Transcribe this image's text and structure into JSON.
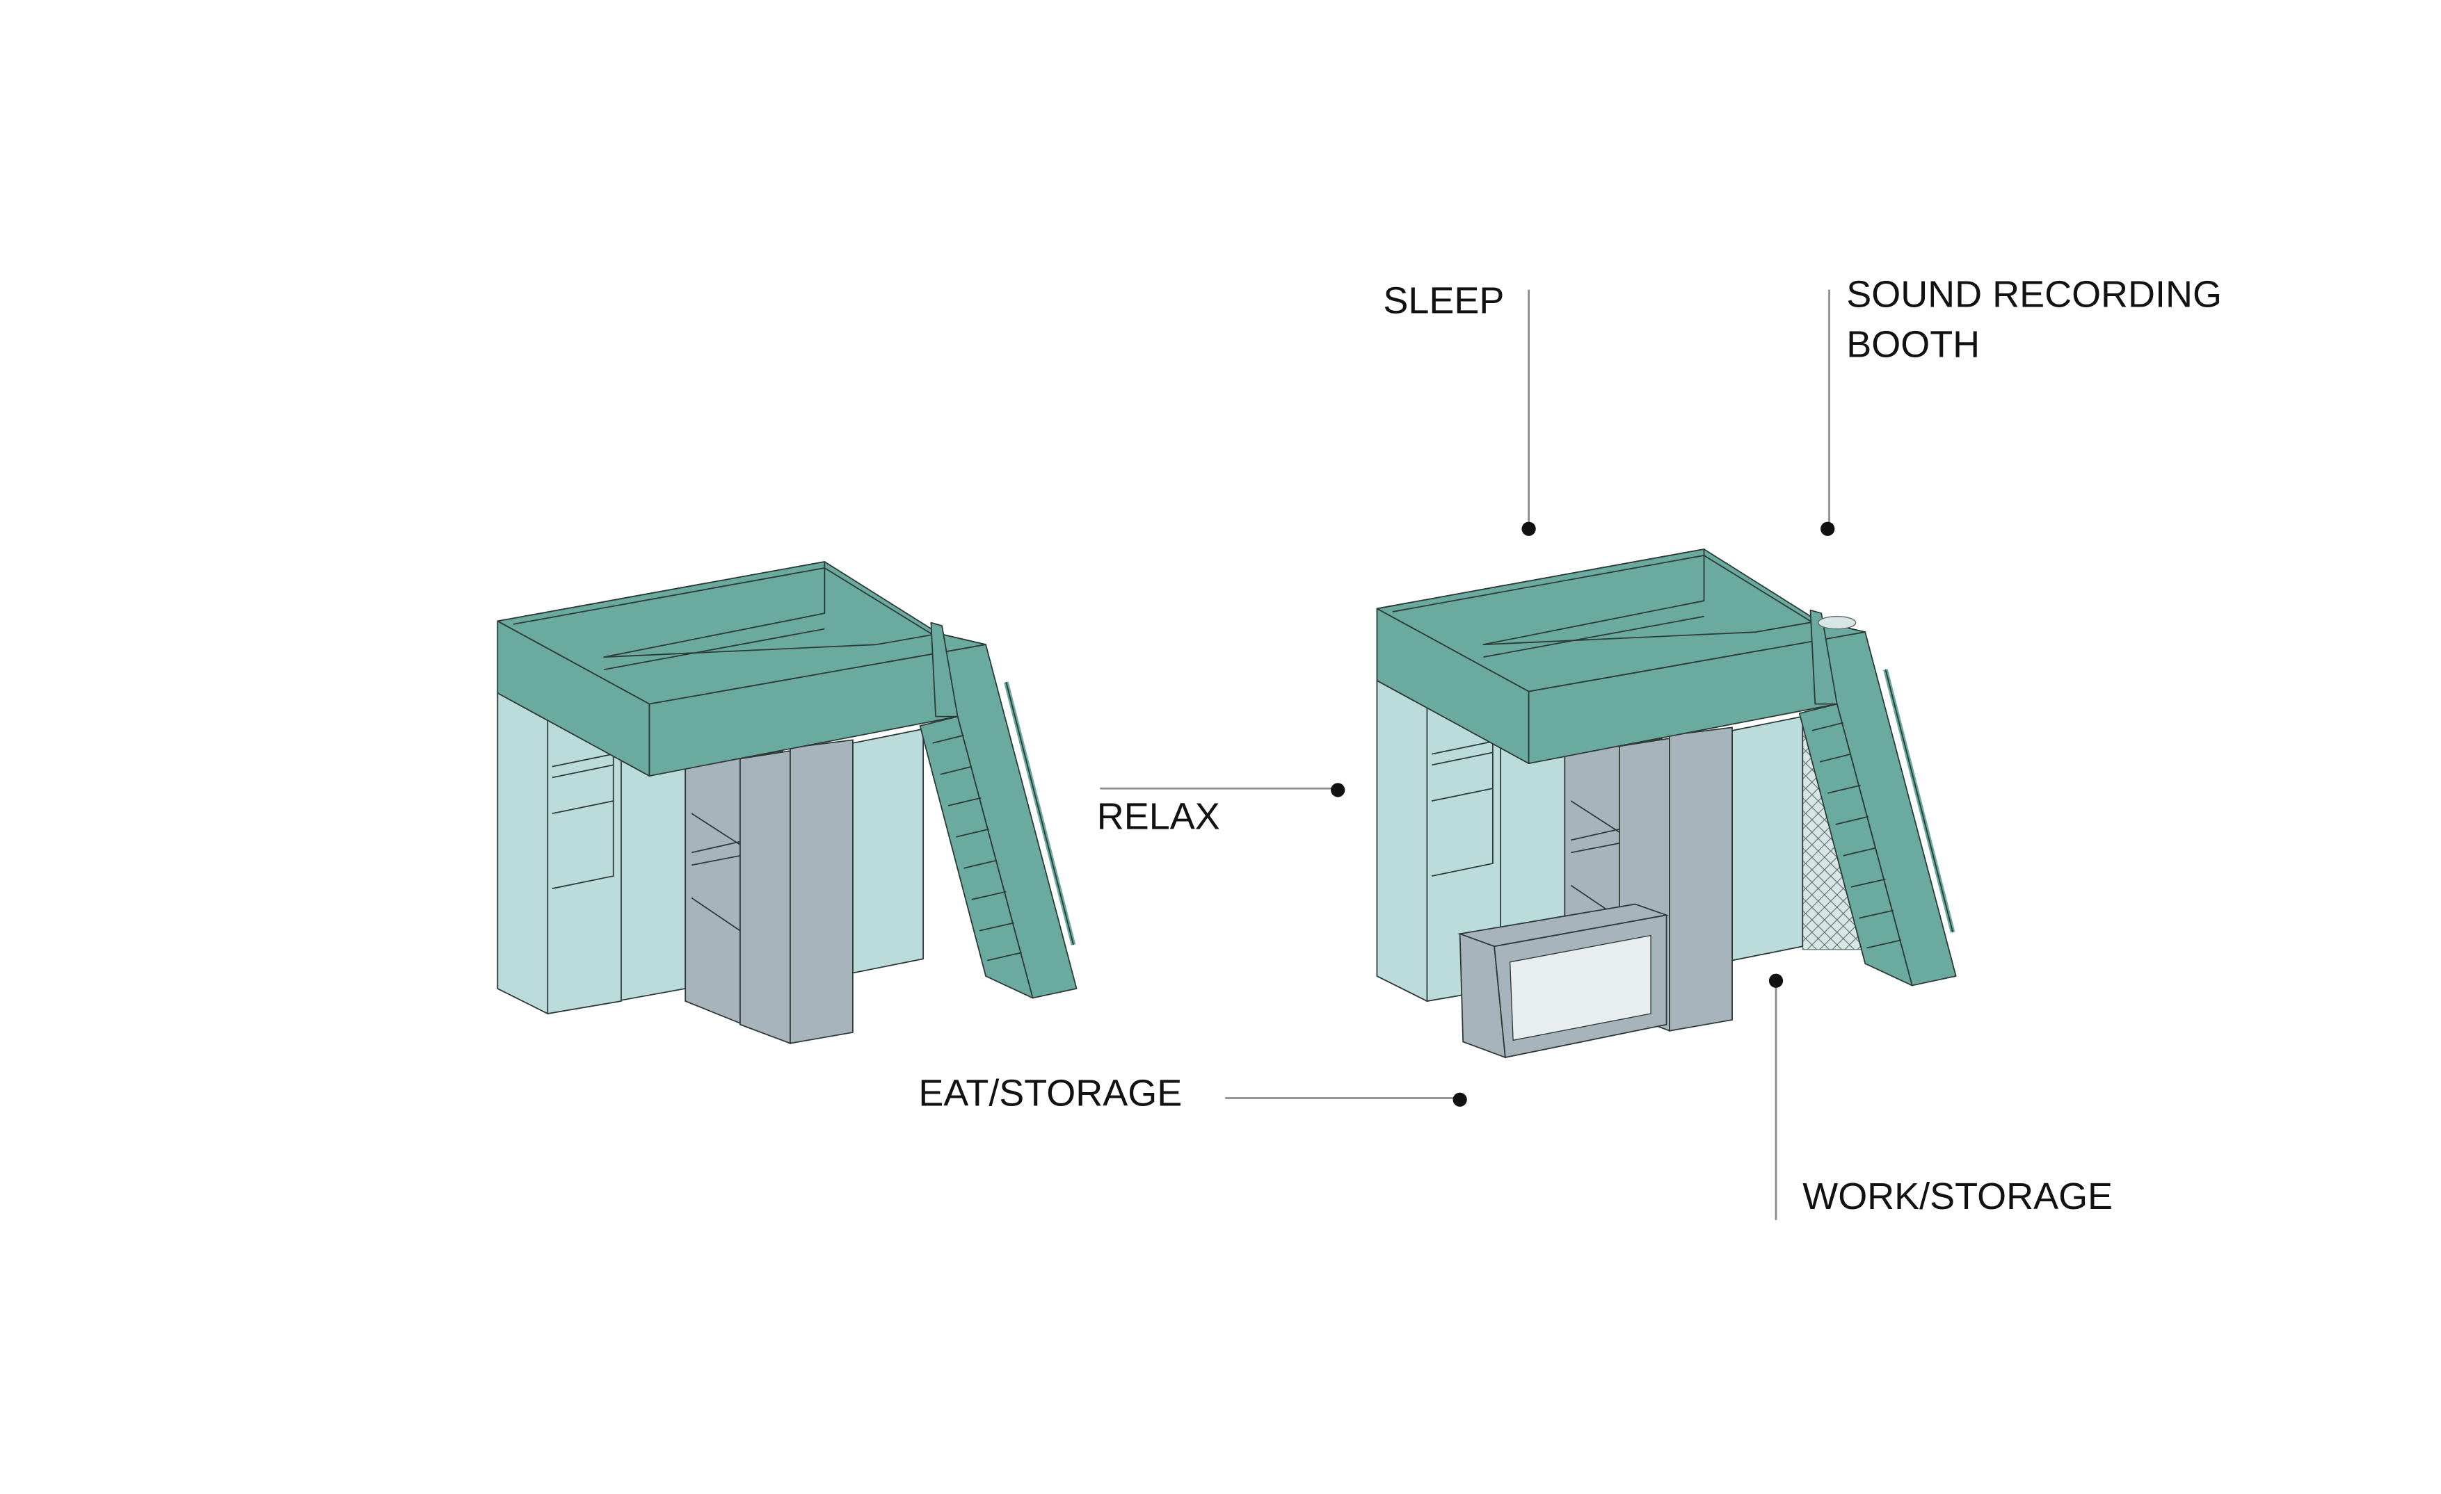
{
  "labels": {
    "sleep": "SLEEP",
    "sound_booth_line1": "SOUND RECORDING",
    "sound_booth_line2": "BOOTH",
    "relax": "RELAX",
    "eat_storage": "EAT/STORAGE",
    "work_storage": "WORK/STORAGE"
  },
  "colors": {
    "bed_teal": "#6aaa9f",
    "cabinet_light": "#bcdcdc",
    "wardrobe_grey": "#a7b4bc"
  }
}
